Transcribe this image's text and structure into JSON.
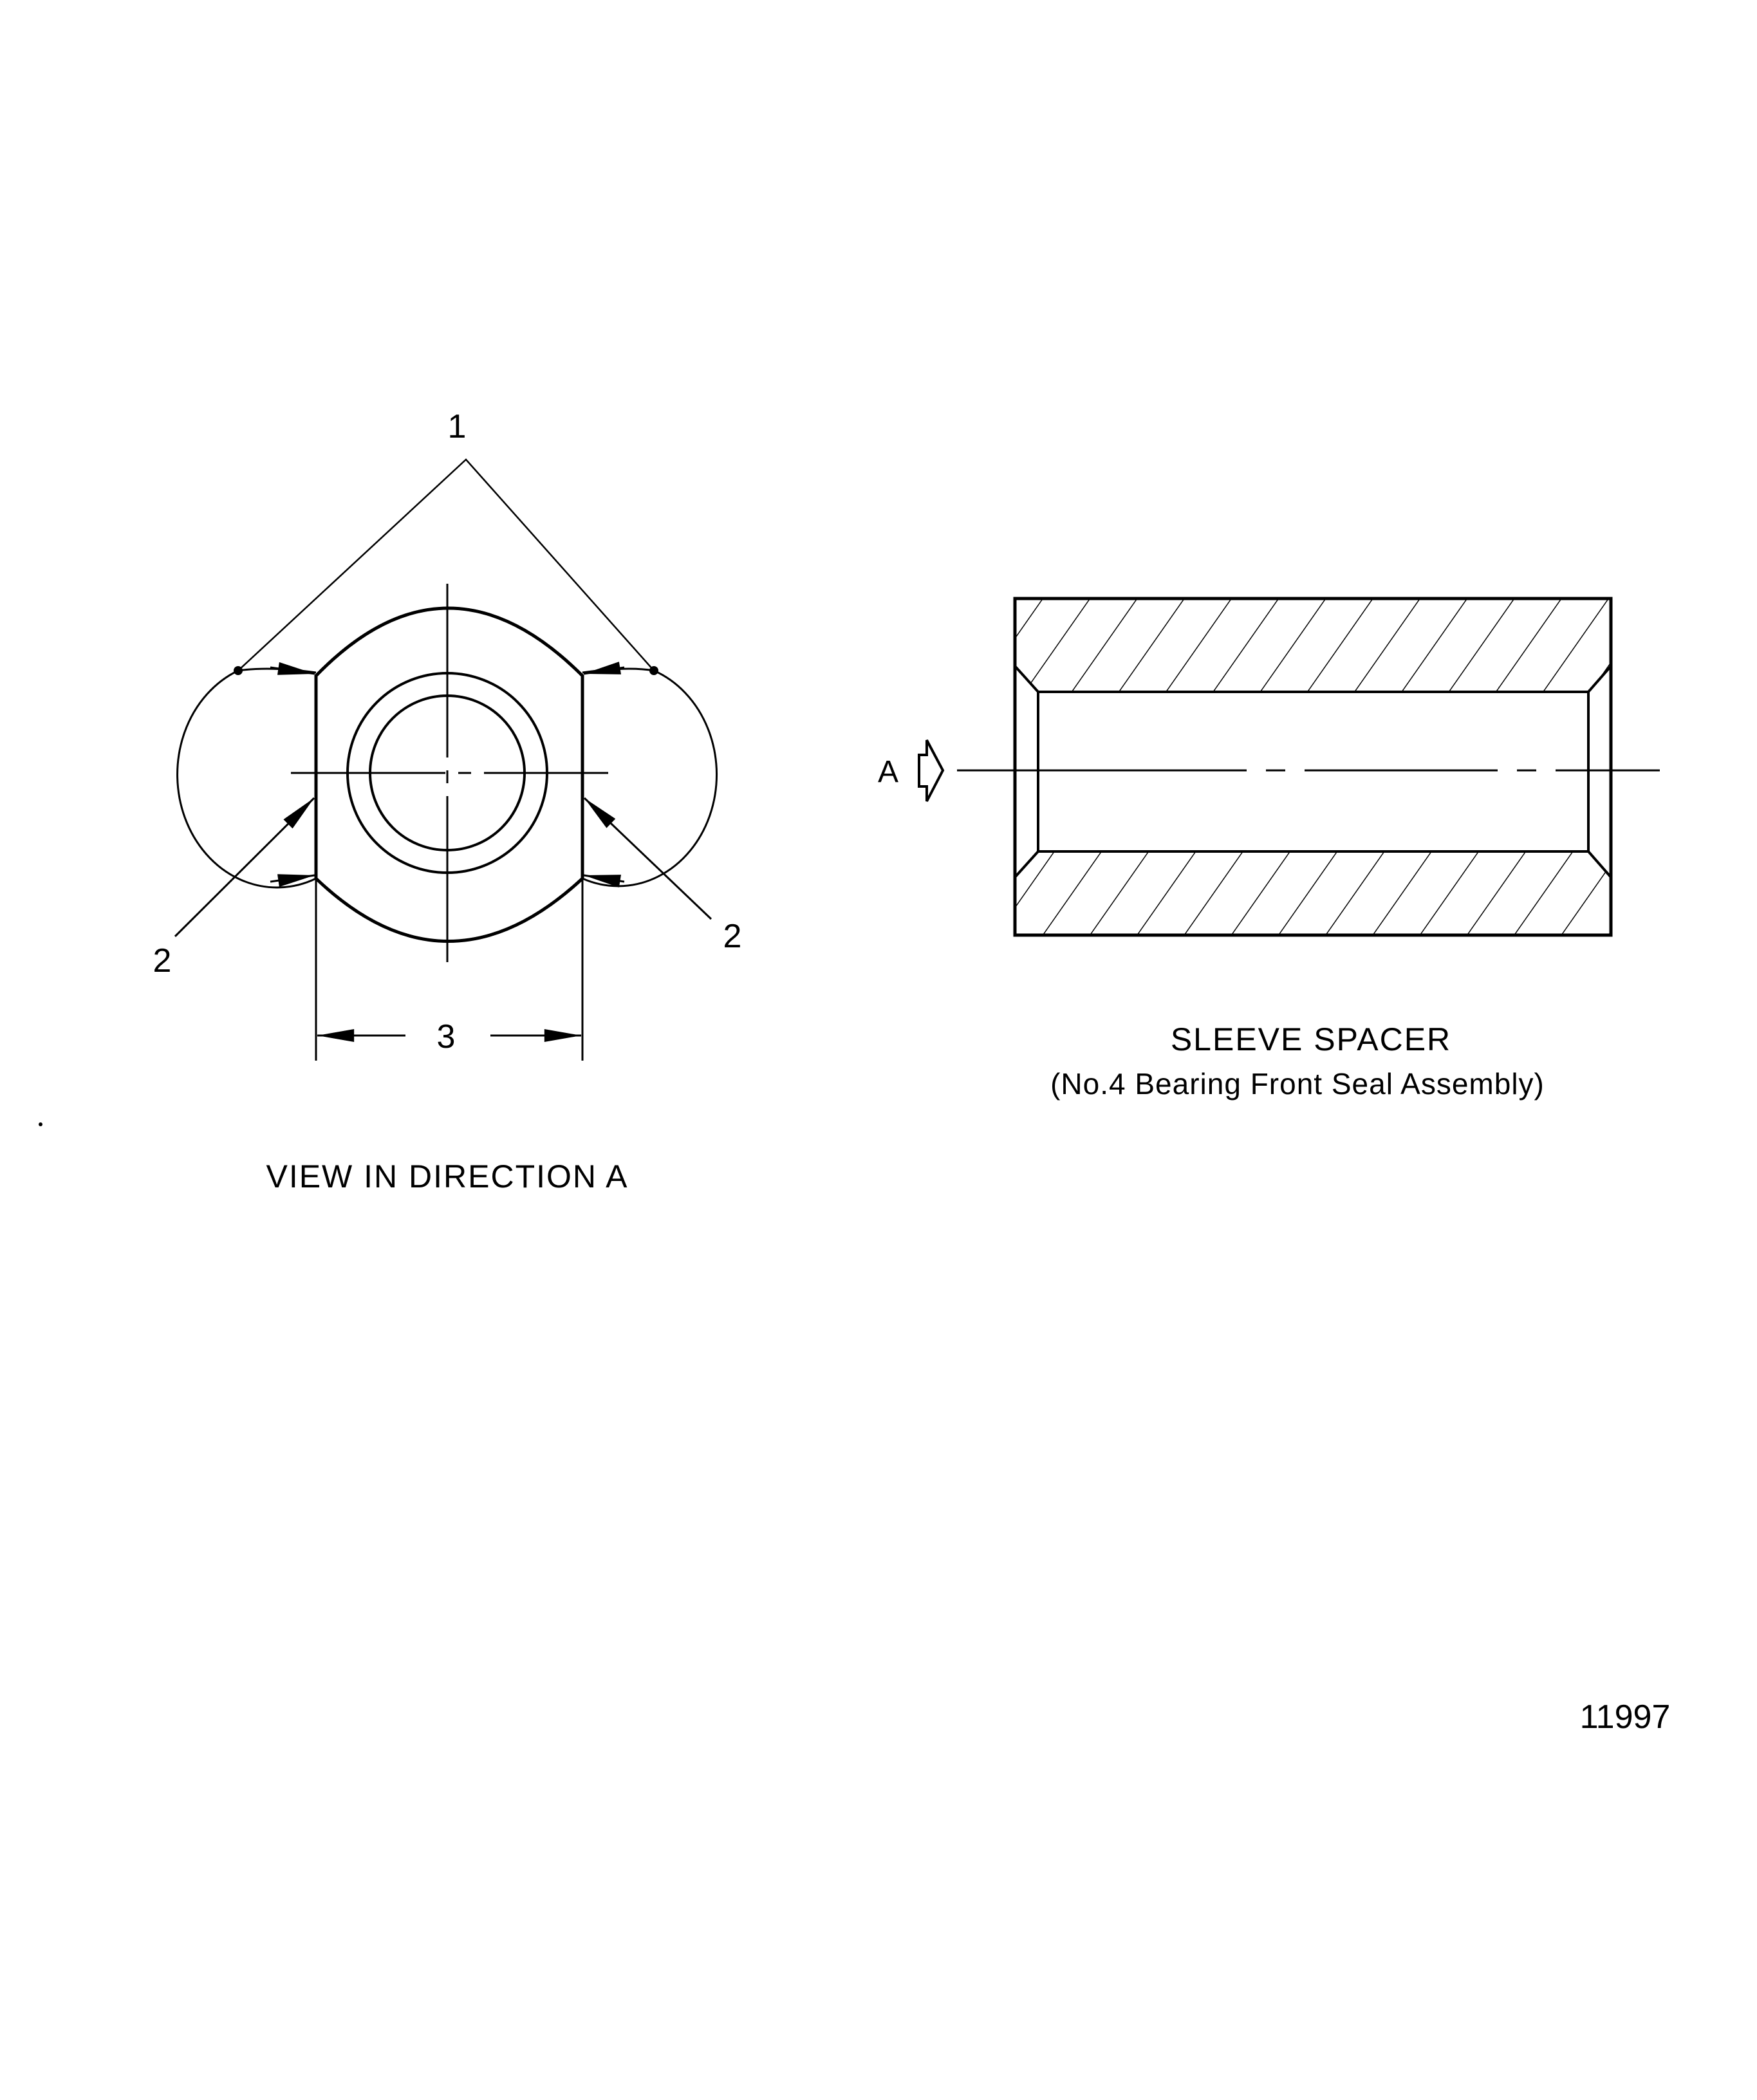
{
  "left_view": {
    "title": "VIEW IN DIRECTION A",
    "callouts": {
      "item1": "1",
      "item2_left": "2",
      "item2_right": "2",
      "dimension": "3"
    }
  },
  "right_view": {
    "section_marker": "A",
    "title": "SLEEVE SPACER",
    "subtitle": "(No.4 Bearing Front Seal Assembly)"
  },
  "figure_number": "11997",
  "colors": {
    "ink": "#000000",
    "paper": "#ffffff"
  }
}
